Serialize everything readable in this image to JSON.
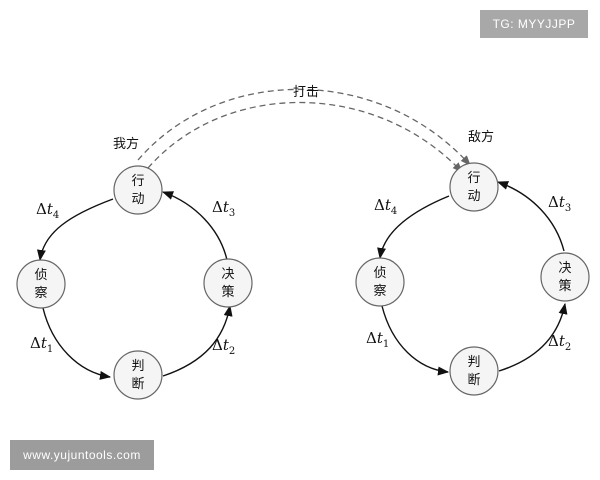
{
  "watermarks": {
    "top_right": "TG: MYYJJPP",
    "bottom_left": "www.yujuntools.com"
  },
  "strike_label": "打击",
  "colors": {
    "node_fill": "#f5f5f5",
    "node_stroke": "#666666",
    "arrow": "#111111",
    "dashed_arrow": "#666666"
  },
  "cycles": [
    {
      "side_label": "我方",
      "nodes": {
        "act": [
          "行",
          "动"
        ],
        "recon": [
          "侦",
          "察"
        ],
        "judge": [
          "判",
          "断"
        ],
        "decide": [
          "决",
          "策"
        ]
      },
      "intervals": {
        "act_to_recon": {
          "delta": "Δ",
          "var": "t",
          "sub": "4"
        },
        "recon_to_judge": {
          "delta": "Δ",
          "var": "t",
          "sub": "1"
        },
        "judge_to_decide": {
          "delta": "Δ",
          "var": "t",
          "sub": "2"
        },
        "decide_to_act": {
          "delta": "Δ",
          "var": "t",
          "sub": "3"
        }
      }
    },
    {
      "side_label": "敌方",
      "nodes": {
        "act": [
          "行",
          "动"
        ],
        "recon": [
          "侦",
          "察"
        ],
        "judge": [
          "判",
          "断"
        ],
        "decide": [
          "决",
          "策"
        ]
      },
      "intervals": {
        "act_to_recon": {
          "delta": "Δ",
          "var": "t",
          "sub": "4"
        },
        "recon_to_judge": {
          "delta": "Δ",
          "var": "t",
          "sub": "1"
        },
        "judge_to_decide": {
          "delta": "Δ",
          "var": "t",
          "sub": "2"
        },
        "decide_to_act": {
          "delta": "Δ",
          "var": "t",
          "sub": "3"
        }
      }
    }
  ]
}
